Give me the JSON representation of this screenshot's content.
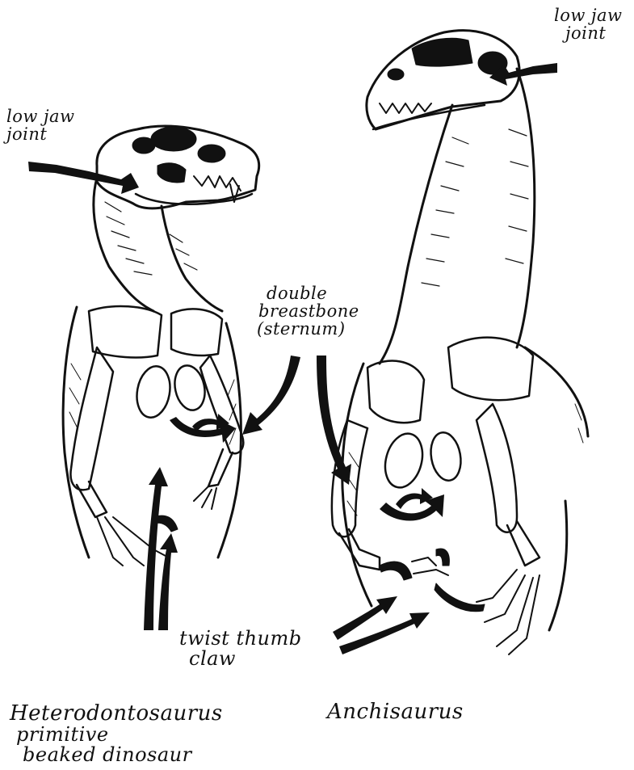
{
  "labels": {
    "left_jaw": [
      "low jaw",
      "joint"
    ],
    "right_jaw": [
      "low jaw",
      "joint"
    ],
    "sternum": [
      "double",
      "breastbone",
      "(sternum)"
    ],
    "thumb": [
      "twist thumb",
      "claw"
    ]
  },
  "captions": {
    "left": [
      "Heterodontosaurus",
      "primitive",
      "beaked dinosaur"
    ],
    "right": [
      "Anchisaurus"
    ]
  },
  "colors": {
    "ink": "#111111",
    "paper": "#ffffff"
  }
}
